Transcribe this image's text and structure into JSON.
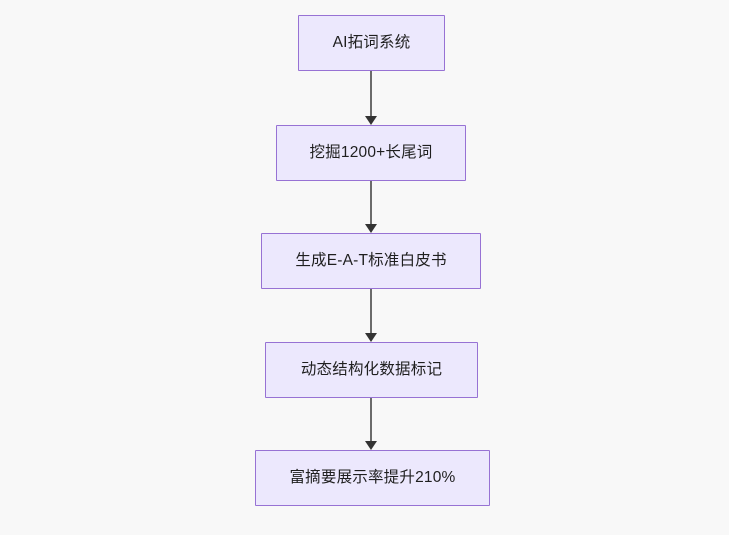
{
  "diagram": {
    "type": "flowchart",
    "direction": "top-to-bottom",
    "background_color": "#f8f8f8",
    "node_fill_color": "#ece8fd",
    "node_border_color": "#9772d4",
    "node_text_color": "#1f1f1f",
    "edge_color": "#6b6b6b",
    "arrowhead_color": "#333333",
    "nodes": [
      {
        "id": "n1",
        "label": "AI拓词系统"
      },
      {
        "id": "n2",
        "label": "挖掘1200+长尾词"
      },
      {
        "id": "n3",
        "label": "生成E-A-T标准白皮书"
      },
      {
        "id": "n4",
        "label": "动态结构化数据标记"
      },
      {
        "id": "n5",
        "label": "富摘要展示率提升210%"
      }
    ],
    "edges": [
      {
        "id": "e1",
        "from": "n1",
        "to": "n2",
        "label": ""
      },
      {
        "id": "e2",
        "from": "n2",
        "to": "n3",
        "label": ""
      },
      {
        "id": "e3",
        "from": "n3",
        "to": "n4",
        "label": ""
      },
      {
        "id": "e4",
        "from": "n4",
        "to": "n5",
        "label": ""
      }
    ]
  }
}
